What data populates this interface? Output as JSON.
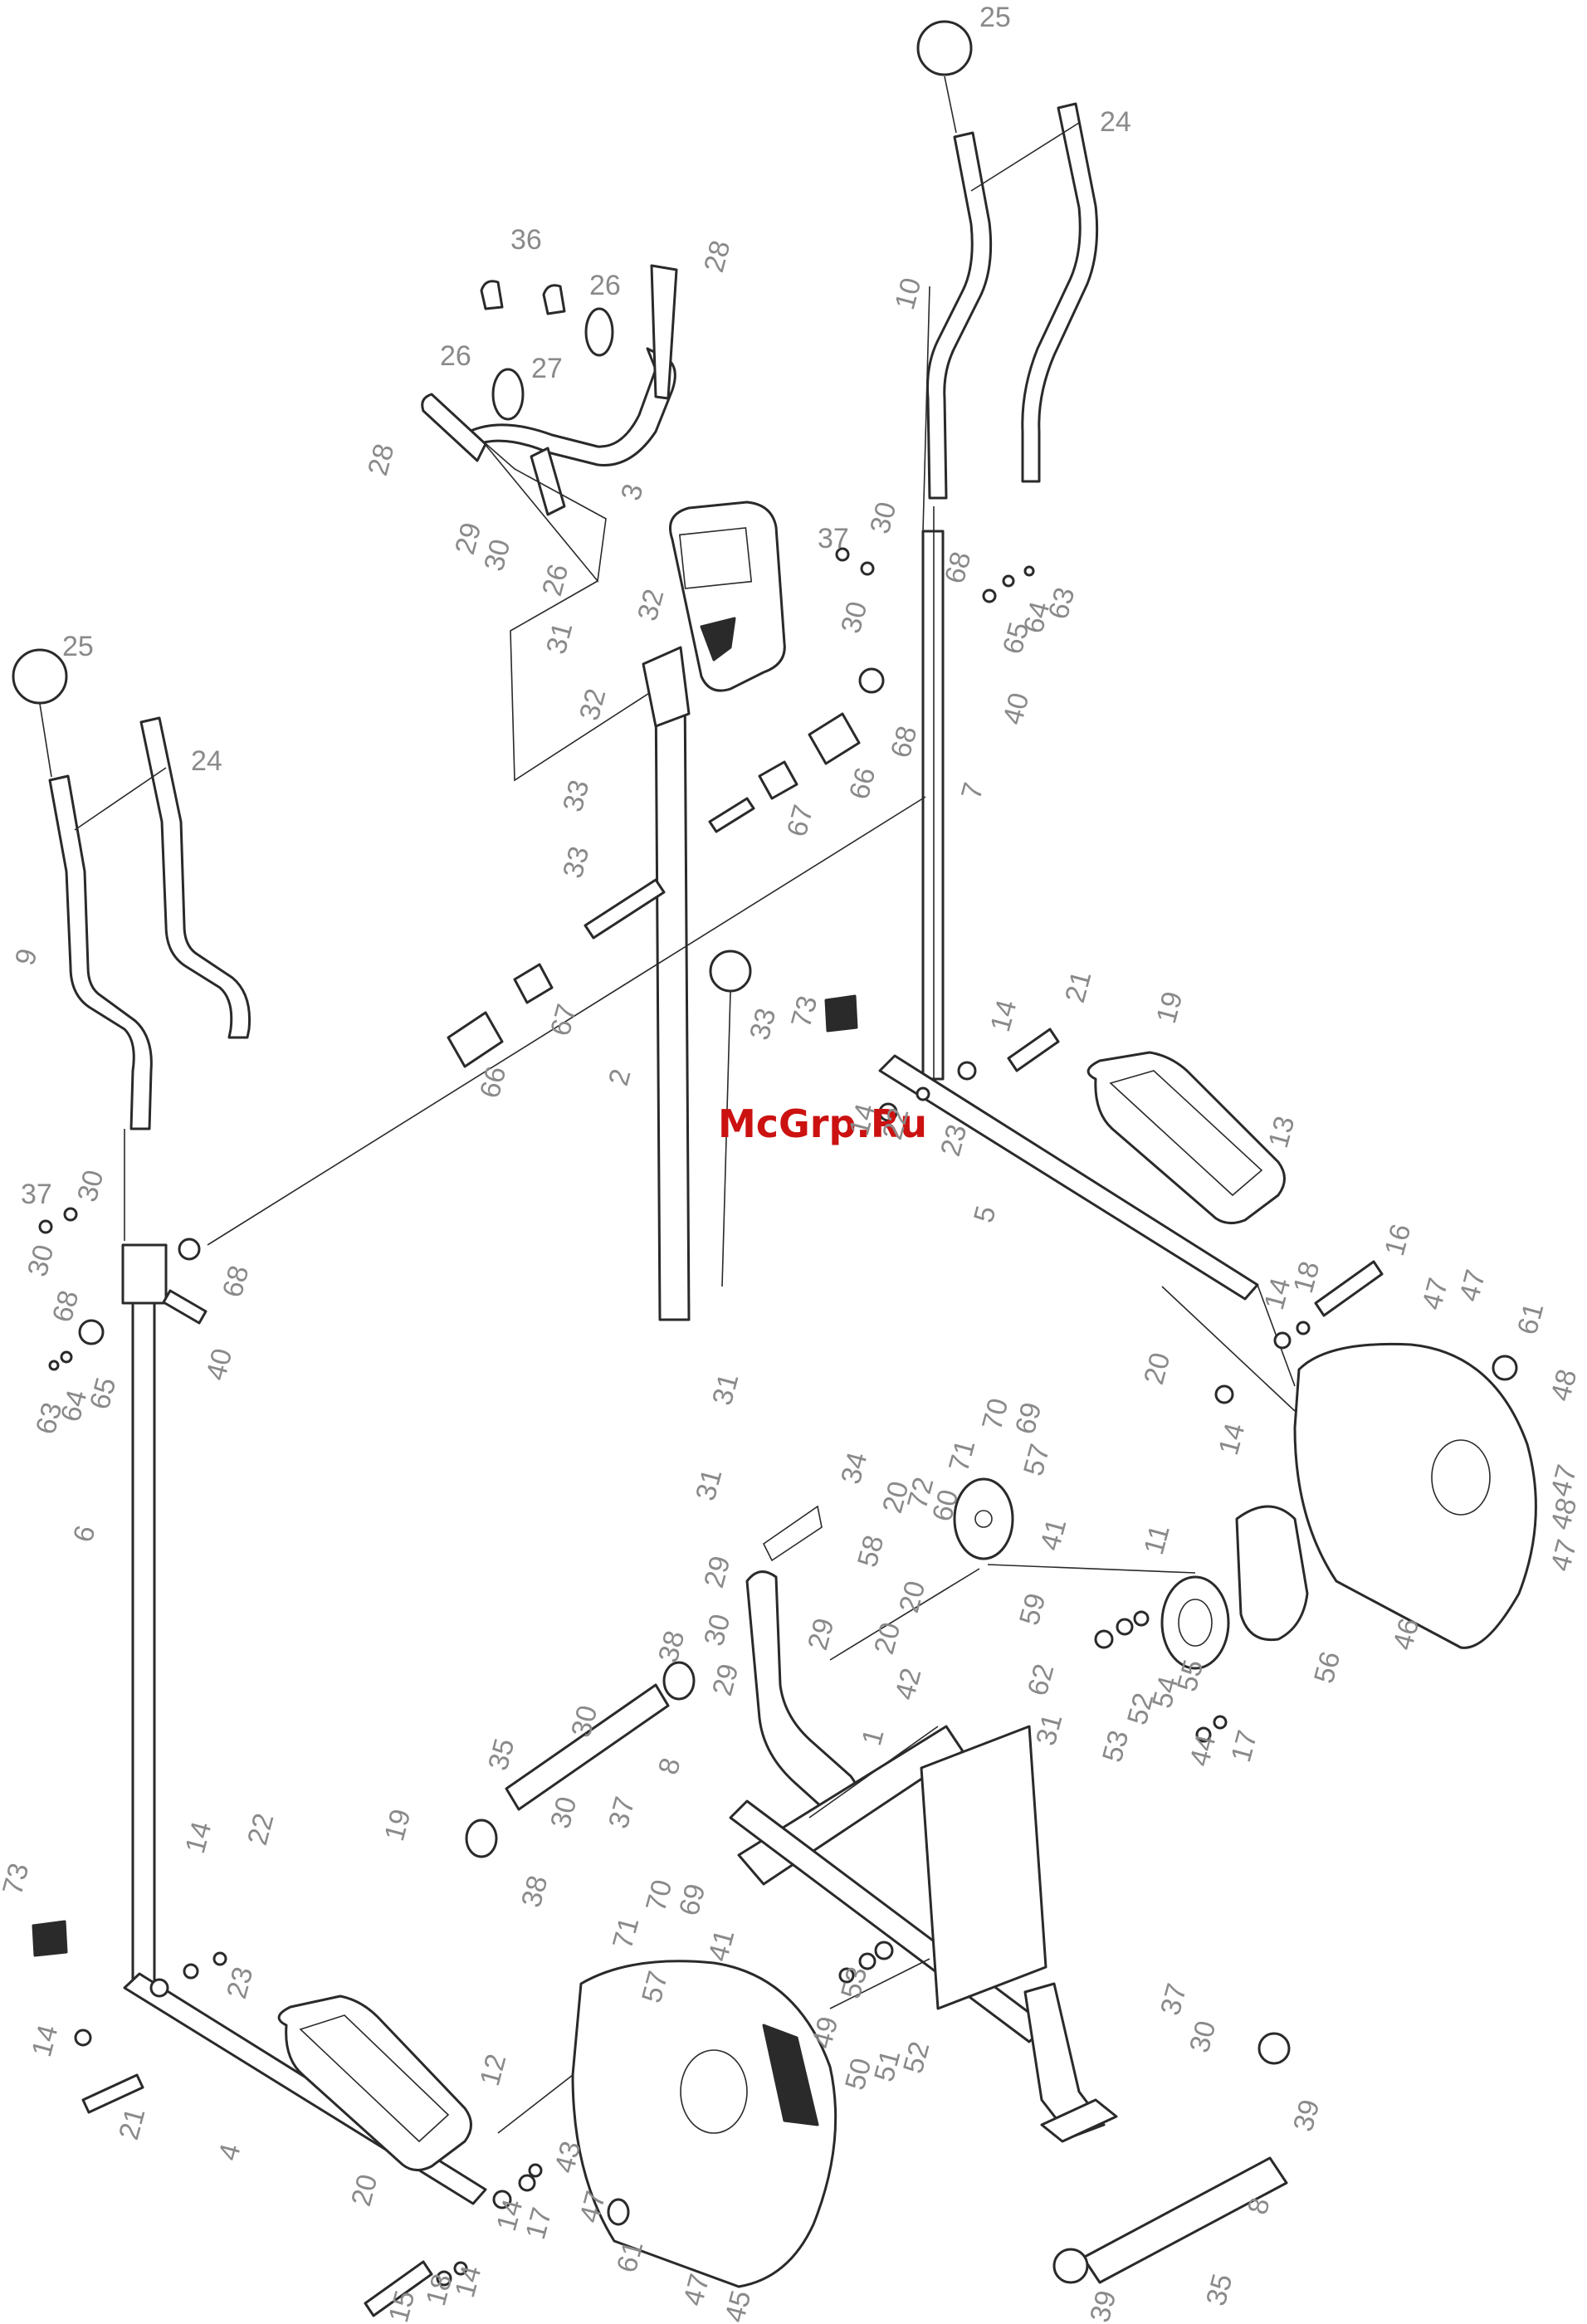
{
  "watermark": "McGrp.Ru",
  "part_labels": {
    "p25a": "25",
    "p24a": "24",
    "p10": "10",
    "p36": "36",
    "p26a": "26",
    "p28a": "28",
    "p26b": "26",
    "p27": "27",
    "p28b": "28",
    "p3": "3",
    "p29a": "29",
    "p30a": "30",
    "p26c": "26",
    "p37a": "37",
    "p30b": "30",
    "p30c": "30",
    "p68a": "68",
    "p63a": "63",
    "p64a": "64",
    "p65a": "65",
    "p40a": "40",
    "p32a": "32",
    "p31a": "31",
    "p32b": "32",
    "p68b": "68",
    "p66a": "66",
    "p7": "7",
    "p67a": "67",
    "p33a": "33",
    "p33b": "33",
    "p25b": "25",
    "p24b": "24",
    "p9": "9",
    "p67b": "67",
    "p33c": "33",
    "p66b": "66",
    "p2": "2",
    "p73a": "73",
    "p21a": "21",
    "p14a": "14",
    "p19a": "19",
    "p14b": "14",
    "p22a": "22",
    "p23a": "23",
    "p13": "13",
    "p5": "5",
    "p37b": "37",
    "p30d": "30",
    "p30e": "30",
    "p68c": "68",
    "p40b": "40",
    "p68d": "68",
    "p65b": "65",
    "p64b": "64",
    "p63b": "63",
    "p31b": "31",
    "p16": "16",
    "p18a": "18",
    "p14c": "14",
    "p47a": "47",
    "p47b": "47",
    "p61a": "61",
    "p48a": "48",
    "p20a": "20",
    "p14d": "14",
    "p6": "6",
    "p70a": "70",
    "p69a": "69",
    "p71a": "71",
    "p57a": "57",
    "p34": "34",
    "p31c": "31",
    "p20b": "20",
    "p72": "72",
    "p60": "60",
    "p58": "58",
    "p41a": "41",
    "p20c": "20",
    "p59": "59",
    "p20d": "20",
    "p29b": "29",
    "p29c": "29",
    "p30f": "30",
    "p29d": "29",
    "p47c": "47",
    "p48b": "48",
    "p47d": "47",
    "p11": "11",
    "p42": "42",
    "p46": "46",
    "p56": "56",
    "p38a": "38",
    "p30g": "30",
    "p35a": "35",
    "p8a": "8",
    "p30h": "30",
    "p37c": "37",
    "p1": "1",
    "p53a": "53",
    "p52a": "52",
    "p54": "54",
    "p55": "55",
    "p62": "62",
    "p31d": "31",
    "p17a": "17",
    "p44": "44",
    "p73b": "73",
    "p14e": "14",
    "p22b": "22",
    "p19b": "19",
    "p38b": "38",
    "p14f": "14",
    "p23b": "23",
    "p70b": "70",
    "p69b": "69",
    "p71b": "71",
    "p41b": "41",
    "p57b": "57",
    "p53b": "53",
    "p21b": "21",
    "p12": "12",
    "p49": "49",
    "p50": "50",
    "p51": "51",
    "p52b": "52",
    "p4": "4",
    "p37d": "37",
    "p30i": "30",
    "p39a": "39",
    "p43": "43",
    "p8b": "8",
    "p20e": "20",
    "p47e": "47",
    "p14g": "14",
    "p17b": "17",
    "p61b": "61",
    "p15": "15",
    "p18b": "18",
    "p14h": "14",
    "p35b": "35",
    "p39b": "39",
    "p47f": "47",
    "p45": "45"
  }
}
